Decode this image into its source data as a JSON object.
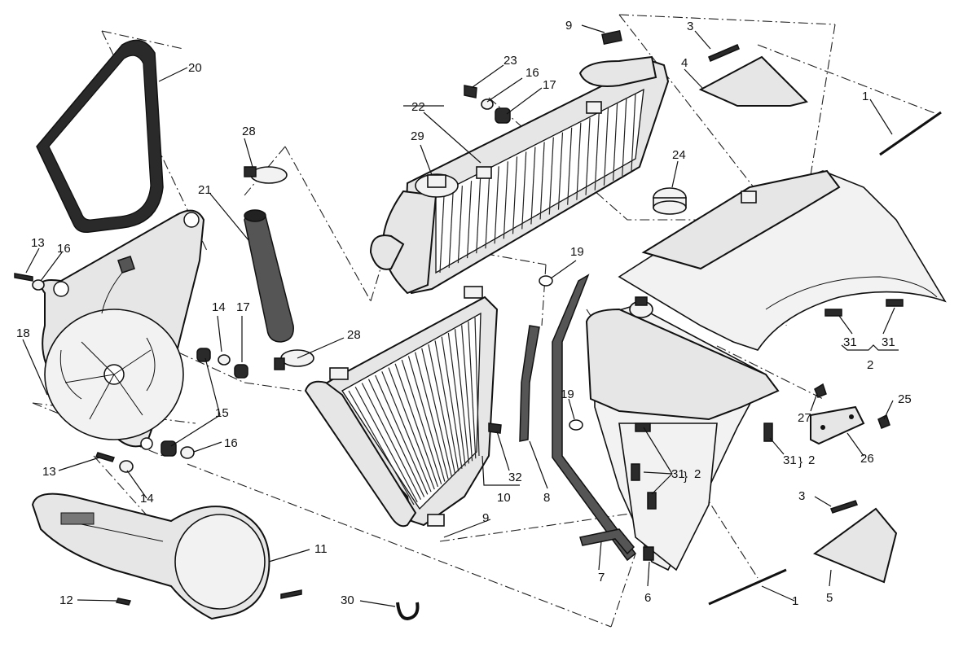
{
  "diagram": {
    "callouts": {
      "c1a": "1",
      "c1b": "1",
      "c2a": "2",
      "c2b": "2",
      "c2c": "2",
      "c3a": "3",
      "c3b": "3",
      "c4": "4",
      "c5": "5",
      "c6": "6",
      "c7": "7",
      "c8": "8",
      "c9a": "9",
      "c9b": "9",
      "c10": "10",
      "c11": "11",
      "c12": "12",
      "c13a": "13",
      "c13b": "13",
      "c14a": "14",
      "c14b": "14",
      "c15": "15",
      "c16a": "16",
      "c16b": "16",
      "c16c": "16",
      "c17a": "17",
      "c17b": "17",
      "c18": "18",
      "c19a": "19",
      "c19b": "19",
      "c20": "20",
      "c21": "21",
      "c22": "22",
      "c23": "23",
      "c24": "24",
      "c25": "25",
      "c26": "26",
      "c27": "27",
      "c28a": "28",
      "c28b": "28",
      "c29": "29",
      "c30": "30",
      "c31a": "31",
      "c31b": "31",
      "c31c": "31",
      "c31d": "31",
      "c32": "32"
    }
  }
}
